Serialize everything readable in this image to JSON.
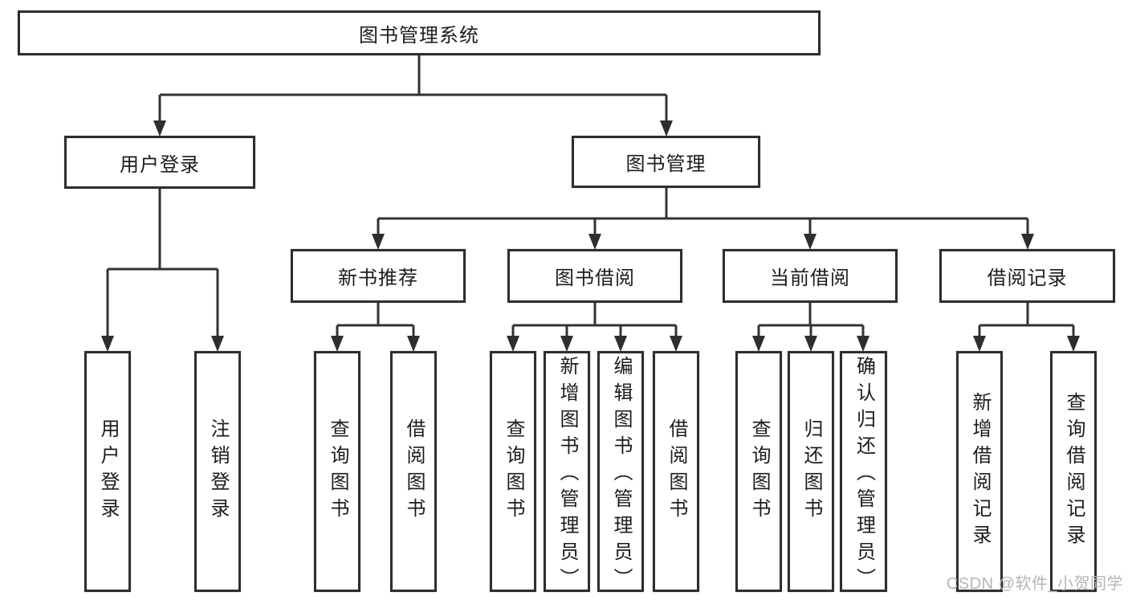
{
  "diagram": {
    "root": {
      "label": "图书管理系统"
    },
    "branches": {
      "user_login": {
        "label": "用户登录",
        "children": [
          {
            "label": "用户登录"
          },
          {
            "label": "注销登录"
          }
        ]
      },
      "book_management": {
        "label": "图书管理",
        "children": [
          {
            "label": "新书推荐",
            "children": [
              {
                "label": "查询图书"
              },
              {
                "label": "借阅图书"
              }
            ]
          },
          {
            "label": "图书借阅",
            "children": [
              {
                "label": "查询图书"
              },
              {
                "label": "新增图书（管理员）"
              },
              {
                "label": "编辑图书（管理员）"
              },
              {
                "label": "借阅图书"
              }
            ]
          },
          {
            "label": "当前借阅",
            "children": [
              {
                "label": "查询图书"
              },
              {
                "label": "归还图书"
              },
              {
                "label": "确认归还（管理员）"
              }
            ]
          },
          {
            "label": "借阅记录",
            "children": [
              {
                "label": "新增借阅记录"
              },
              {
                "label": "查询借阅记录"
              }
            ]
          }
        ]
      }
    }
  },
  "watermark": {
    "text": "CSDN @软件_小贺同学",
    "color": "#b5b5b5"
  },
  "colors": {
    "line": "#333333",
    "box_border": "#2e2e2e",
    "box_fill": "#ffffff",
    "text": "#1c1c1c",
    "background": "#ffffff"
  }
}
